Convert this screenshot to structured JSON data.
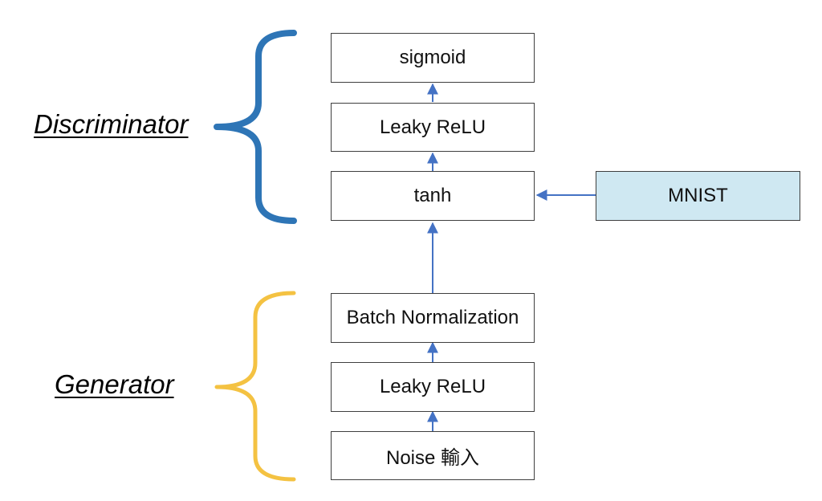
{
  "diagram": {
    "groups": [
      {
        "id": "discriminator",
        "label": "Discriminator",
        "brace_color": "#2e75b6"
      },
      {
        "id": "generator",
        "label": "Generator",
        "brace_color": "#f4c242"
      }
    ],
    "nodes": [
      {
        "id": "sigmoid",
        "label": "sigmoid"
      },
      {
        "id": "leaky_relu_d",
        "label": "Leaky ReLU"
      },
      {
        "id": "tanh",
        "label": "tanh"
      },
      {
        "id": "mnist",
        "label": "MNIST",
        "fill": "#cfe8f2"
      },
      {
        "id": "batch_norm",
        "label": "Batch Normalization"
      },
      {
        "id": "leaky_relu_g",
        "label": "Leaky ReLU"
      },
      {
        "id": "noise",
        "label": "Noise 輸入"
      }
    ],
    "edges": [
      {
        "from": "noise",
        "to": "leaky_relu_g"
      },
      {
        "from": "leaky_relu_g",
        "to": "batch_norm"
      },
      {
        "from": "batch_norm",
        "to": "tanh"
      },
      {
        "from": "mnist",
        "to": "tanh"
      },
      {
        "from": "tanh",
        "to": "leaky_relu_d"
      },
      {
        "from": "leaky_relu_d",
        "to": "sigmoid"
      }
    ],
    "arrow_color": "#4472c4",
    "border_color": "#3f3f3f"
  }
}
